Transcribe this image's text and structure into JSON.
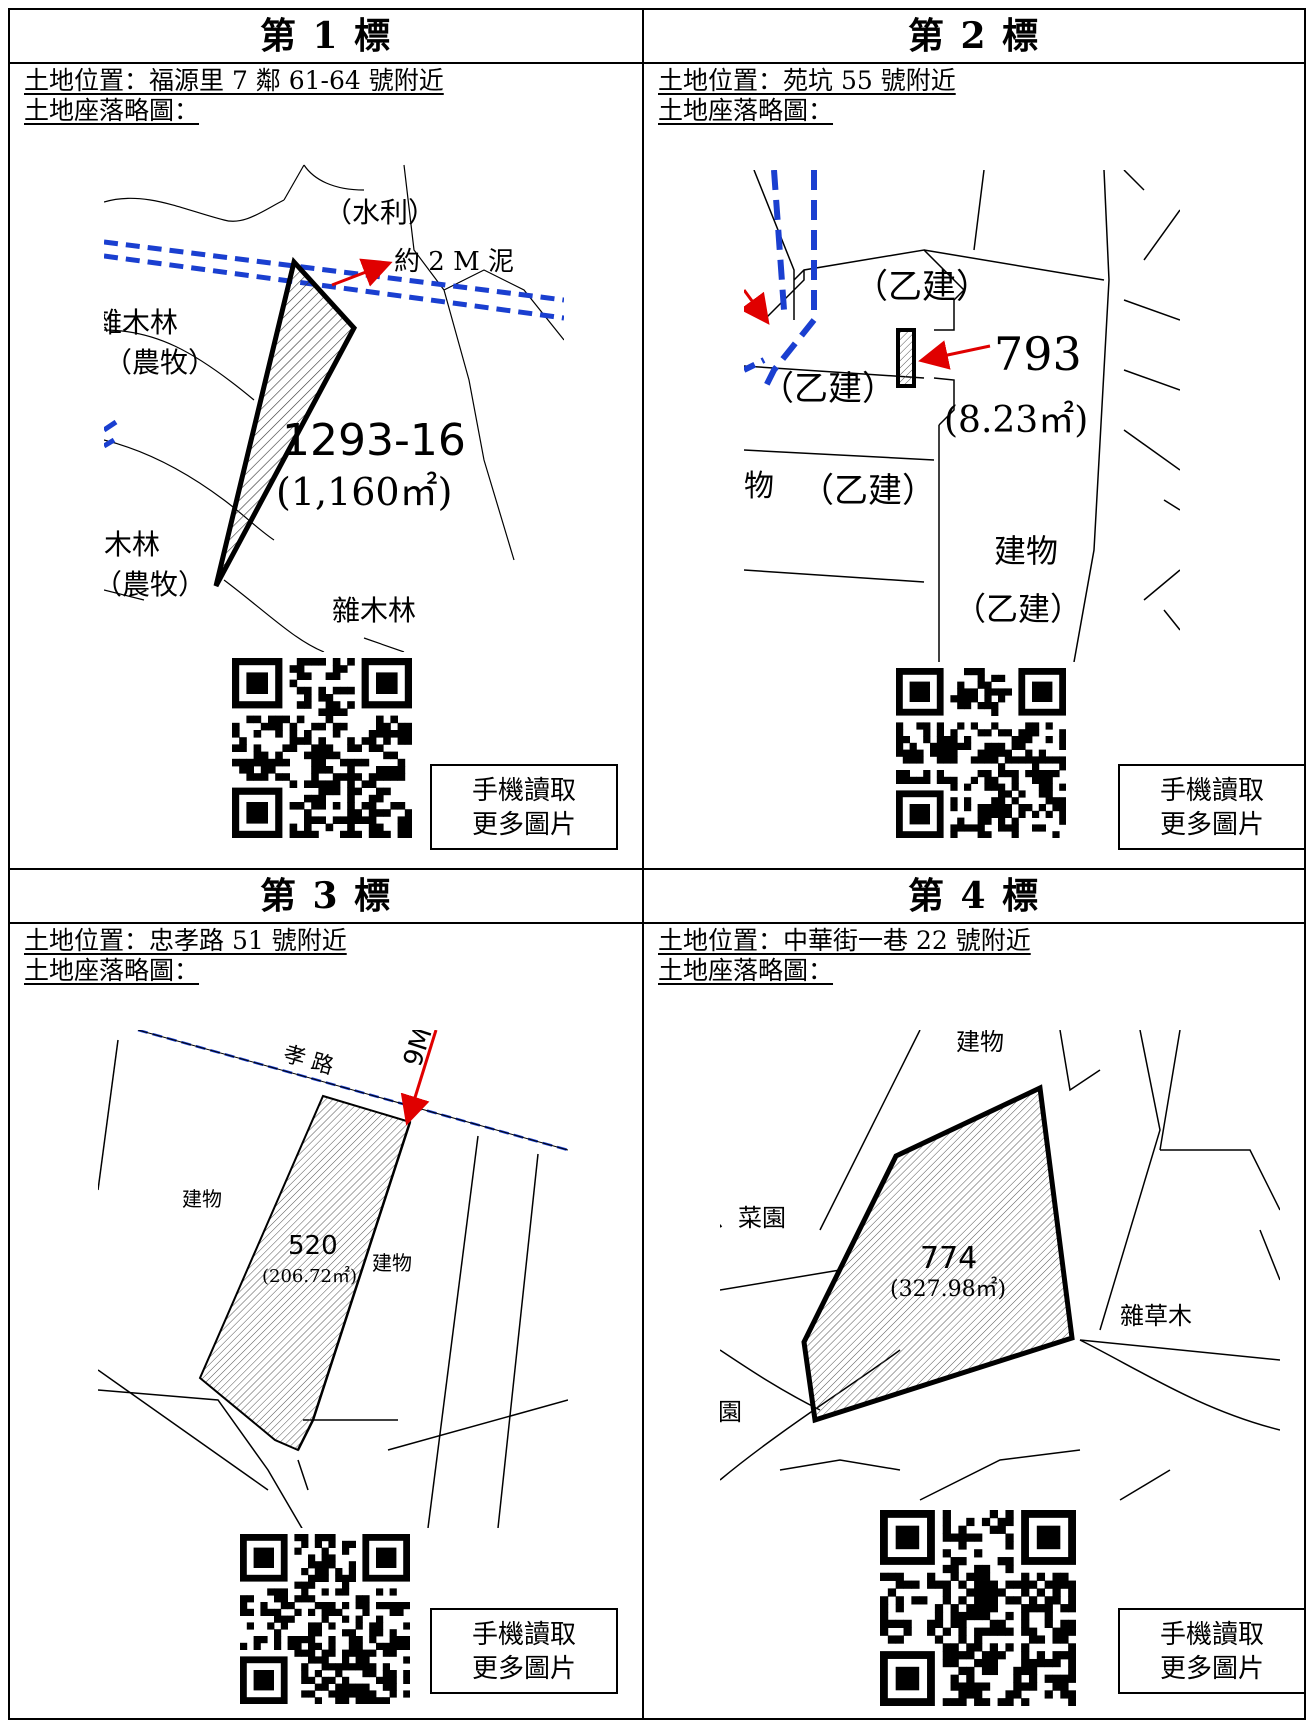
{
  "cells": [
    {
      "title": "第 1 標",
      "location": "土地位置：福源里 7 鄰 61-64 號附近",
      "map_label": "土地座落略圖：",
      "map": {
        "top_label": "（水利）",
        "arrow_label": "約 2 M 泥",
        "left_label_1": "雜木林",
        "left_label_2": "（農牧）",
        "lower_left_1": "木林",
        "lower_left_2": "（農牧）",
        "bottom_right": "雜木林",
        "lot_number": "1293-16",
        "lot_area": "(1,160㎡)"
      },
      "note_line1": "手機讀取",
      "note_line2": "更多圖片"
    },
    {
      "title": "第 2 標",
      "location": "土地位置：苑坑 55 號附近",
      "map_label": "土地座落略圖：",
      "map": {
        "top_label": "（乙建）",
        "left_label": "（乙建）",
        "mid_label_1": "物",
        "mid_label_2": "（乙建）",
        "right_label_1": "建物",
        "right_label_2": "（乙建）",
        "lot_number": "793",
        "lot_area": "(8.23㎡)"
      },
      "note_line1": "手機讀取",
      "note_line2": "更多圖片"
    },
    {
      "title": "第 3 標",
      "location": "土地位置：忠孝路 51 號附近",
      "map_label": "土地座落略圖：",
      "map": {
        "road_label": "孝 路",
        "road_width": "9M",
        "left_building": "建物",
        "right_building": "建物",
        "lot_number": "520",
        "lot_area": "(206.72㎡)"
      },
      "note_line1": "手機讀取",
      "note_line2": "更多圖片"
    },
    {
      "title": "第 4 標",
      "location": "土地位置：中華街一巷 22 號附近",
      "map_label": "土地座落略圖：",
      "map": {
        "top_label": "建物",
        "left_label": "、菜園",
        "right_label": "雜草木",
        "bottom_left": "園",
        "lot_number": "774",
        "lot_area": "(327.98㎡)"
      },
      "note_line1": "手機讀取",
      "note_line2": "更多圖片"
    }
  ]
}
